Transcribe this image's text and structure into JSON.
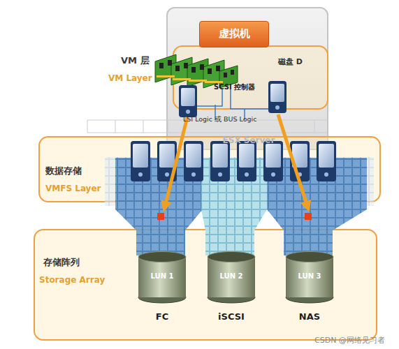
{
  "diagram": {
    "nodes": [
      {
        "text": [
          "ESX Server"
        ]
      },
      {
        "text": [
          "虚拟机"
        ],
        "in": 0
      },
      {
        "text": [
          "VM 层",
          "VM Layer"
        ]
      },
      {
        "text": [
          "数据存储",
          "VMFS Layer"
        ]
      },
      {
        "text": [
          "存储阵列",
          "Storage Array"
        ]
      },
      {
        "text": [
          "LUN 1",
          "FC"
        ],
        "in": 4
      },
      {
        "text": [
          "LUN 2",
          "iSCSI"
        ],
        "in": 4
      },
      {
        "text": [
          "LUN 3",
          "NAS"
        ],
        "in": 4
      }
    ],
    "labels": [
      "磁盘 D",
      "SCSI 控制器",
      "LSI Logic 或 BUS Logic",
      "CSDN @网络见习者"
    ]
  }
}
